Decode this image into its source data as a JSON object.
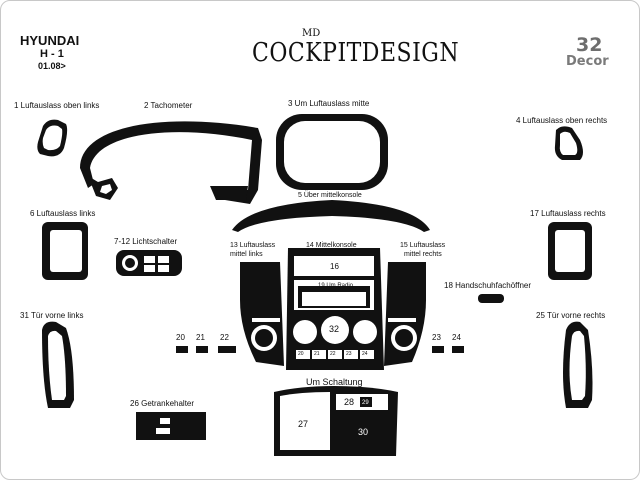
{
  "header": {
    "brand": "HYUNDAI",
    "model": "H - 1",
    "date": "01.08>",
    "logo_text": "COCKPITDESIGN",
    "logo_mark": "MD",
    "badge_number": "32",
    "badge_text": "Decor"
  },
  "parts": {
    "p1": "1 Luftauslass oben links",
    "p2": "2 Tachometer",
    "p3": "3 Um Luftauslass mitte",
    "p4": "4 Luftauslass oben rechts",
    "p5": "5 Über mittelkonsole",
    "p6": "6 Luftauslass links",
    "p7": "7-12 Lichtschalter",
    "p13a": "13 Luftauslass",
    "p13b": "mittel links",
    "p14": "14 Mittelkonsole",
    "p15a": "15 Luftauslass",
    "p15b": "mittel rechts",
    "p16": "16",
    "p17": "17 Luftauslass rechts",
    "p18": "18 Handschuhfachöffner",
    "p19": "19 Um Radio",
    "p20": "20",
    "p21": "21",
    "p22": "22",
    "p23": "23",
    "p24": "24",
    "p25": "25 Tür vorne rechts",
    "p26": "26 Getrankehalter",
    "p27": "27",
    "p28": "28",
    "p29": "29",
    "p30": "30",
    "p31": "31 Tür vorne links",
    "p32": "32",
    "um_schaltung": "Um Schaltung",
    "c20": "20",
    "c21": "21",
    "c22": "22",
    "c23": "23",
    "c24": "24"
  }
}
